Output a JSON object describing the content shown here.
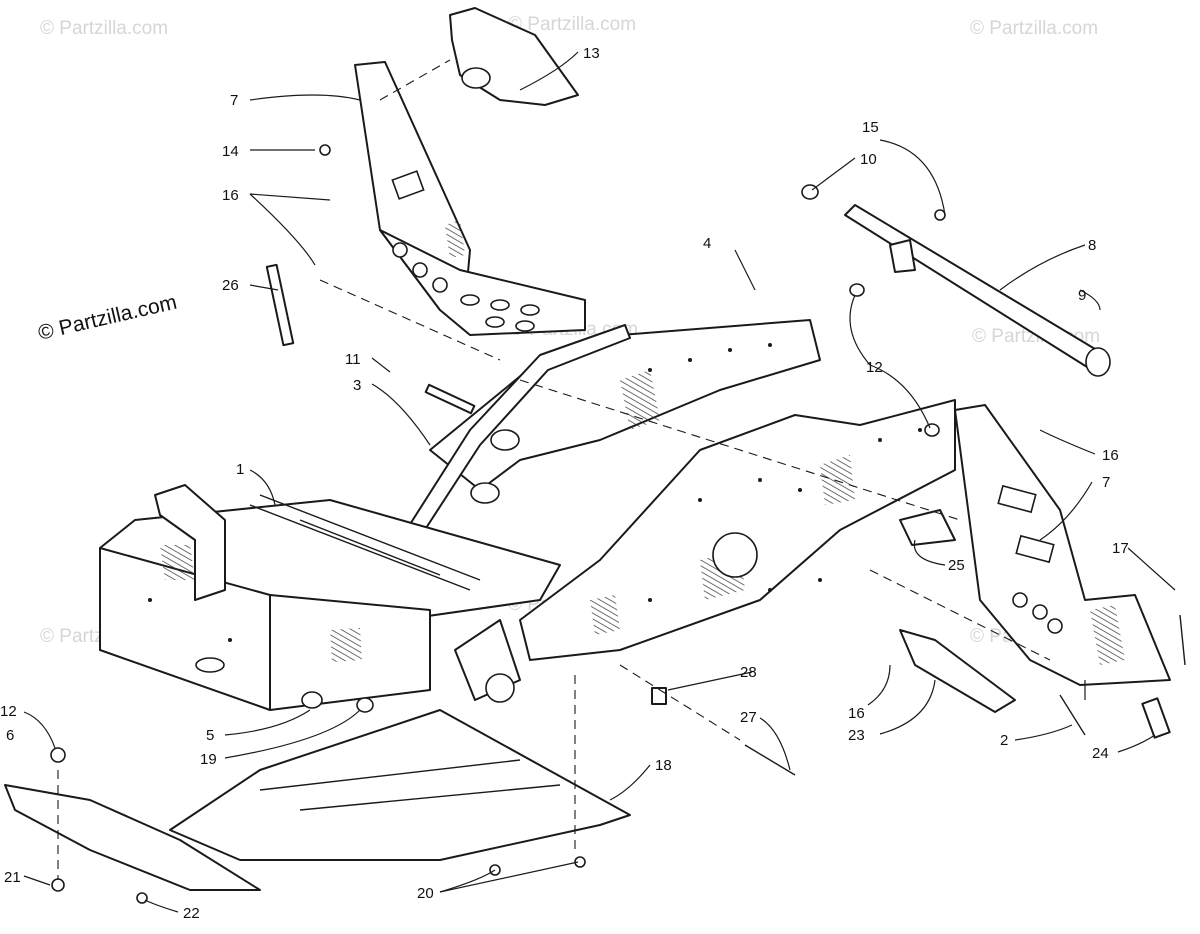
{
  "watermark": {
    "text": "© Partzilla.com",
    "color": "#d6d6d6"
  },
  "credit": {
    "text": "© Partzilla.com"
  },
  "callouts": [
    {
      "key": "c1",
      "label": "1"
    },
    {
      "key": "c2",
      "label": "2"
    },
    {
      "key": "c3",
      "label": "3"
    },
    {
      "key": "c4",
      "label": "4"
    },
    {
      "key": "c5",
      "label": "5"
    },
    {
      "key": "c6",
      "label": "6"
    },
    {
      "key": "c7a",
      "label": "7"
    },
    {
      "key": "c7b",
      "label": "7"
    },
    {
      "key": "c8",
      "label": "8"
    },
    {
      "key": "c9",
      "label": "9"
    },
    {
      "key": "c10",
      "label": "10"
    },
    {
      "key": "c11",
      "label": "11"
    },
    {
      "key": "c12a",
      "label": "12"
    },
    {
      "key": "c12b",
      "label": "12"
    },
    {
      "key": "c13",
      "label": "13"
    },
    {
      "key": "c14",
      "label": "14"
    },
    {
      "key": "c15",
      "label": "15"
    },
    {
      "key": "c16a",
      "label": "16"
    },
    {
      "key": "c16b",
      "label": "16"
    },
    {
      "key": "c16c",
      "label": "16"
    },
    {
      "key": "c17",
      "label": "17"
    },
    {
      "key": "c18",
      "label": "18"
    },
    {
      "key": "c19",
      "label": "19"
    },
    {
      "key": "c20",
      "label": "20"
    },
    {
      "key": "c21",
      "label": "21"
    },
    {
      "key": "c22",
      "label": "22"
    },
    {
      "key": "c23",
      "label": "23"
    },
    {
      "key": "c24",
      "label": "24"
    },
    {
      "key": "c25",
      "label": "25"
    },
    {
      "key": "c26",
      "label": "26"
    },
    {
      "key": "c27",
      "label": "27"
    },
    {
      "key": "c28",
      "label": "28"
    }
  ]
}
